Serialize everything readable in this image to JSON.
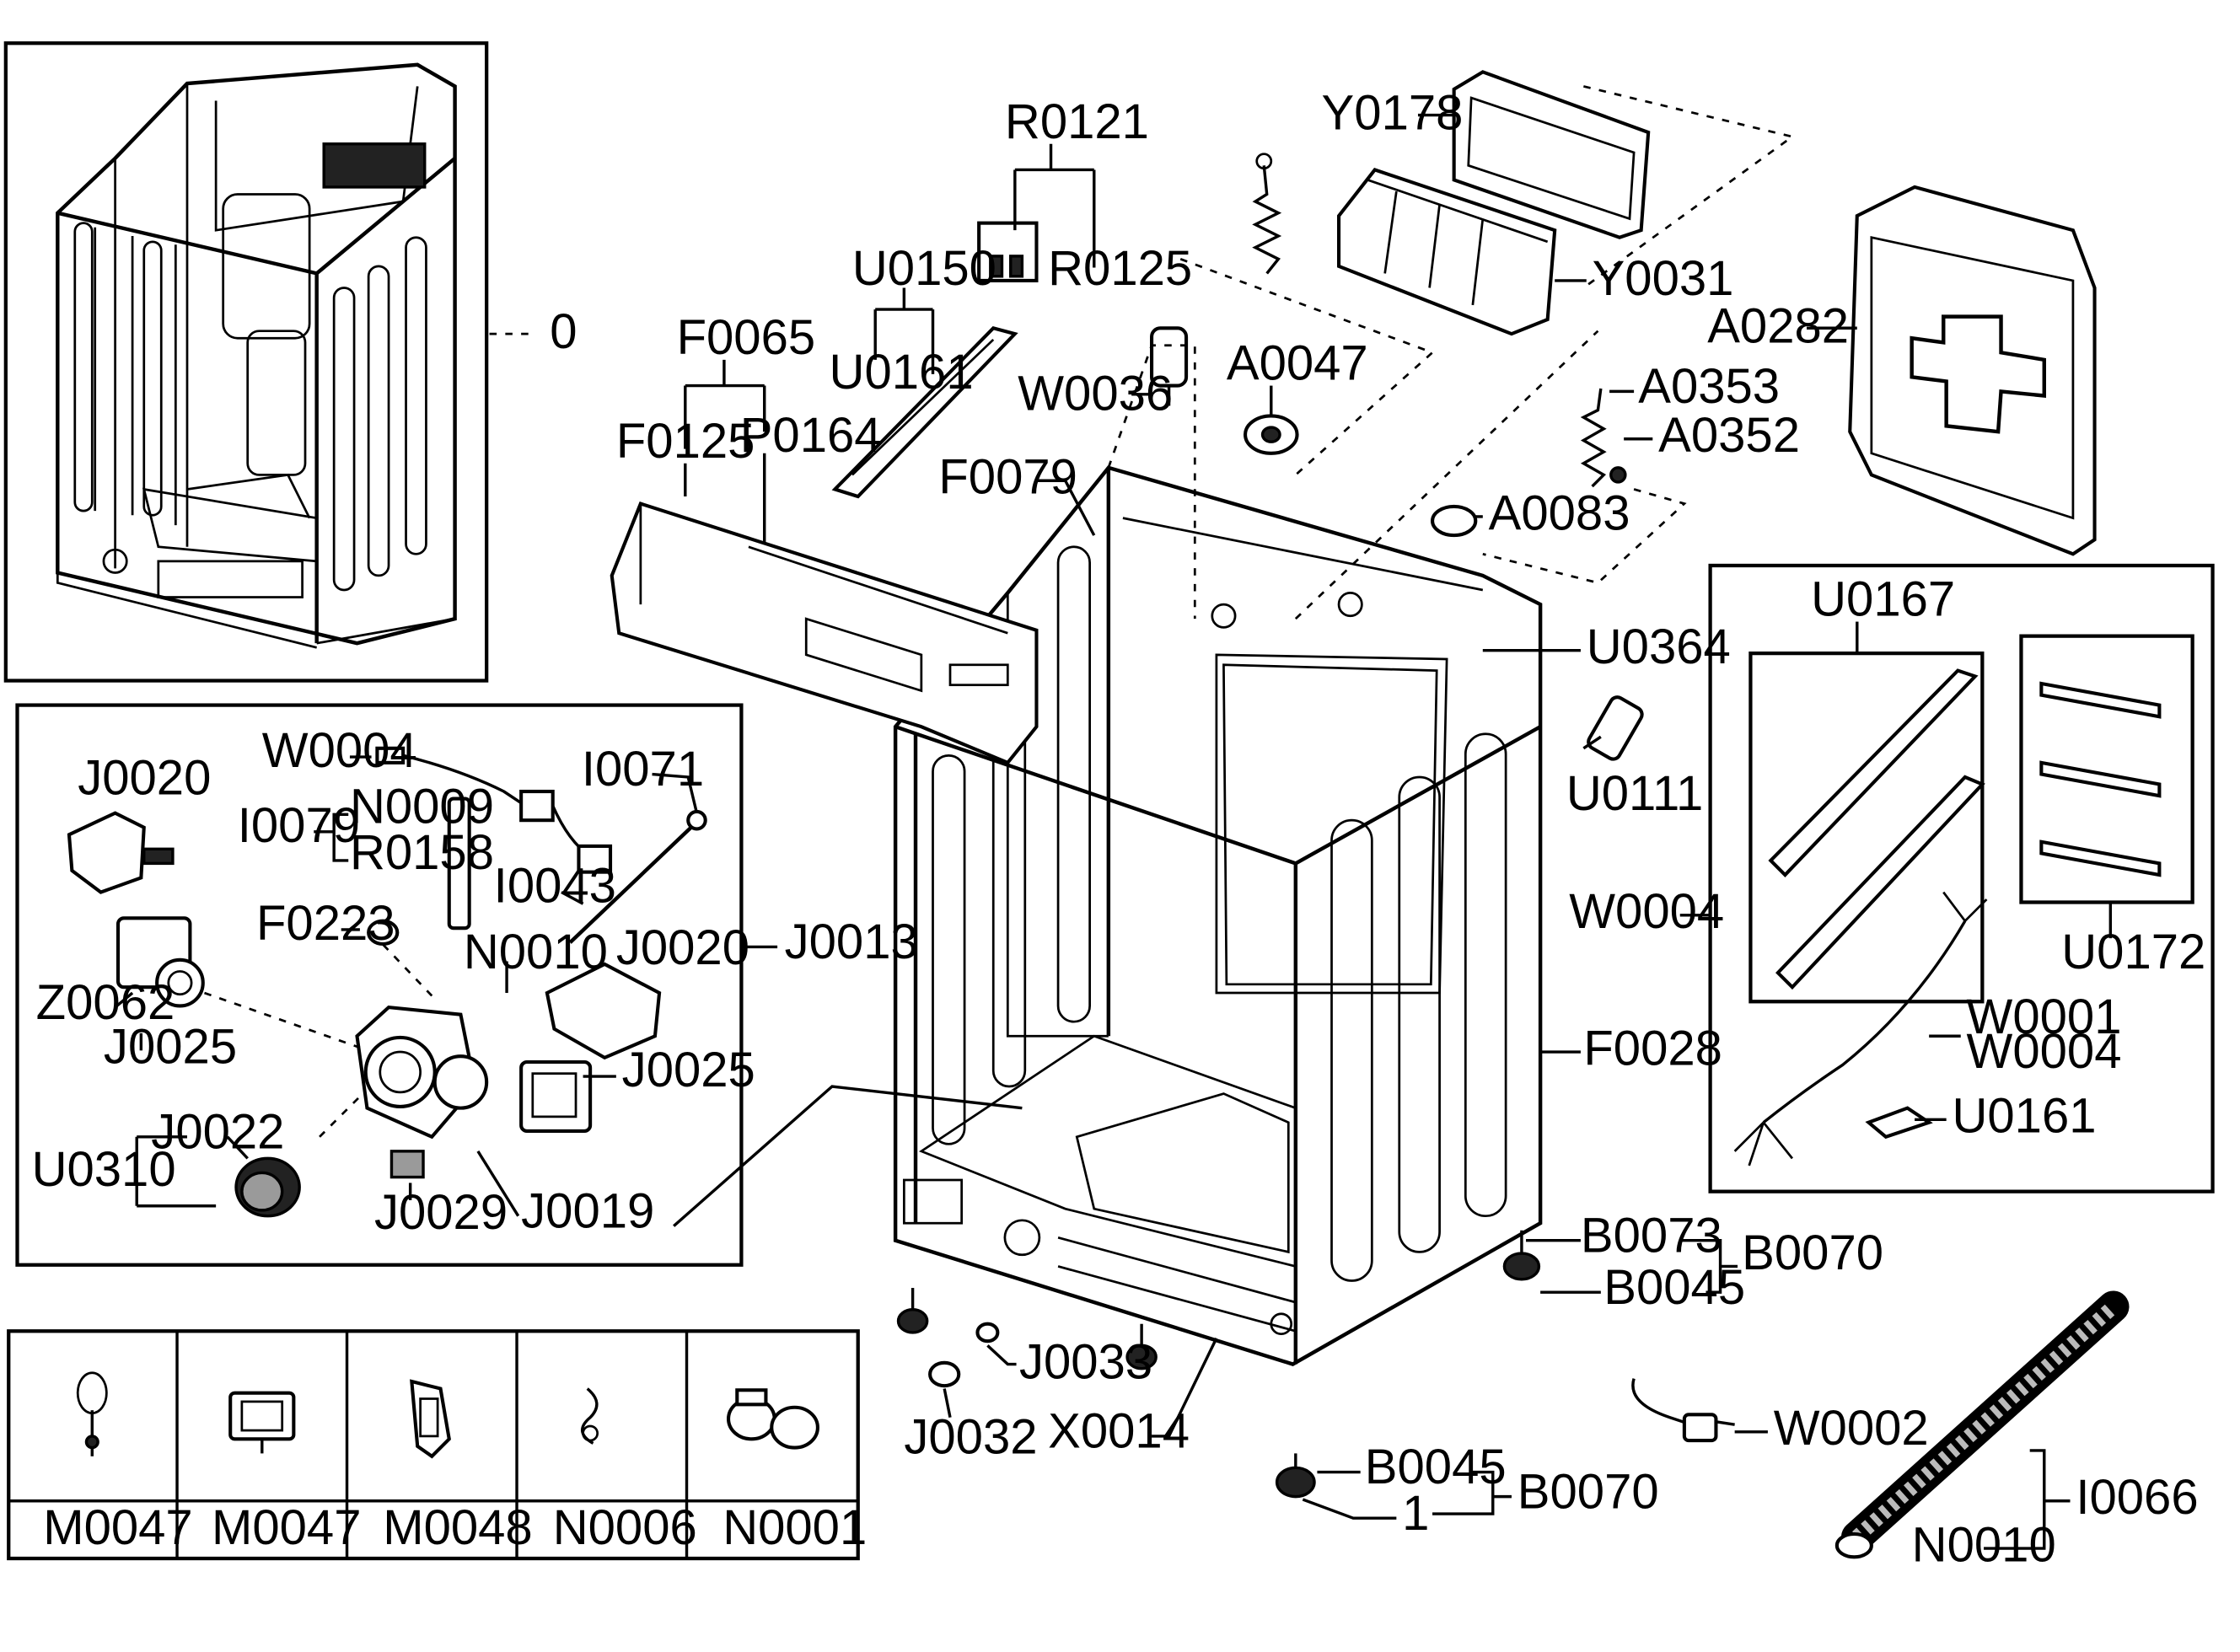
{
  "labels": {
    "top_assembly": "0",
    "R0121": "R0121",
    "R0125": "R0125",
    "Y0178": "Y0178",
    "Y0031": "Y0031",
    "U0150": "U0150",
    "U0161_top": "U0161",
    "F0065": "F0065",
    "F0125": "F0125",
    "P0164": "P0164",
    "W0036": "W0036",
    "A0047": "A0047",
    "F0079": "F0079",
    "A0282": "A0282",
    "A0353": "A0353",
    "A0352": "A0352",
    "A0083": "A0083",
    "U0364": "U0364",
    "U0111": "U0111",
    "U0167": "U0167",
    "U0172": "U0172",
    "W0004_right": "W0004",
    "W0001": "W0001",
    "W0004_right2": "W0004",
    "U0161_right": "U0161",
    "F0028": "F0028",
    "B0073": "B0073",
    "B0070": "B0070",
    "B0045_right": "B0045",
    "W0004_pump": "W0004",
    "I0071": "I0071",
    "J0020_a": "J0020",
    "I0079": "I0079",
    "N0009": "N0009",
    "R0158": "R0158",
    "I0043": "I0043",
    "F0223": "F0223",
    "N0010_pump": "N0010",
    "J0020_b": "J0020",
    "Z0062": "Z0062",
    "J0025_a": "J0025",
    "J0025_b": "J0025",
    "J0022": "J0022",
    "U0310": "U0310",
    "J0029": "J0029",
    "J0019": "J0019",
    "J0013": "J0013",
    "J0033": "J0033",
    "J0032": "J0032",
    "X0014": "X0014",
    "B0045_bottom": "B0045",
    "one": "1",
    "B0070_bottom": "B0070",
    "W0002": "W0002",
    "I0066": "I0066",
    "N0010_hose": "N0010"
  },
  "legend_items": [
    {
      "code": "M0047",
      "icon": "wire-clip-icon"
    },
    {
      "code": "M0047",
      "icon": "square-clamp-icon"
    },
    {
      "code": "M0048",
      "icon": "holder-clip-icon"
    },
    {
      "code": "N0006",
      "icon": "spring-clip-icon"
    },
    {
      "code": "N0001",
      "icon": "double-clamp-icon"
    }
  ]
}
